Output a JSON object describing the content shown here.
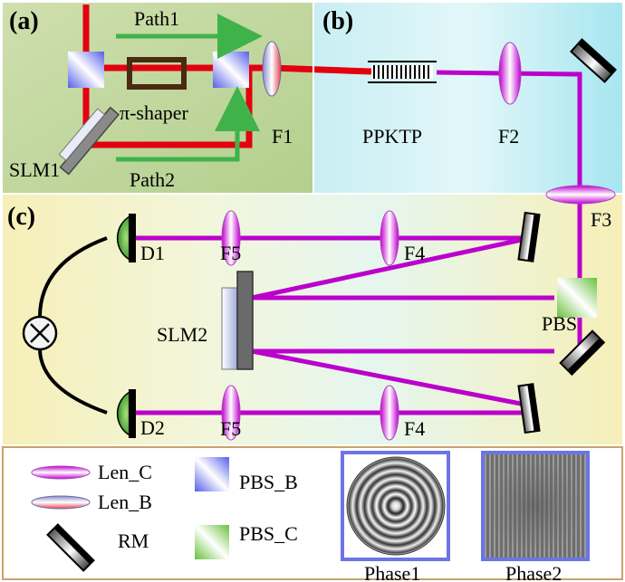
{
  "panels": {
    "a": {
      "tag": "(a)",
      "path1": "Path1",
      "path2": "Path2",
      "shaper": "π-shaper",
      "slm": "SLM1",
      "lens": "F1"
    },
    "b": {
      "tag": "(b)",
      "crystal": "PPKTP",
      "lens": "F2",
      "lens3": "F3"
    },
    "c": {
      "tag": "(c)",
      "d1": "D1",
      "d2": "D2",
      "f5_top": "F5",
      "f4_top": "F4",
      "f5_bottom": "F5",
      "f4_bottom": "F4",
      "slm": "SLM2",
      "pbs": "PBS"
    }
  },
  "legend": {
    "len_c": "Len_C",
    "len_b": "Len_B",
    "rm": "RM",
    "pbs_b": "PBS_B",
    "pbs_c": "PBS_C",
    "phase1": "Phase1",
    "phase2": "Phase2"
  },
  "colors": {
    "red_beam": "#e3000f",
    "magenta_beam": "#bb00cc",
    "green_arrow": "#3fb34a",
    "panel_a_bg": "#c4d9a4",
    "panel_b_bg": "#a6e4f0",
    "panel_c_bg": "#f3eab5",
    "legend_border": "#caa26a",
    "phase_frame": "#6c74e6"
  }
}
